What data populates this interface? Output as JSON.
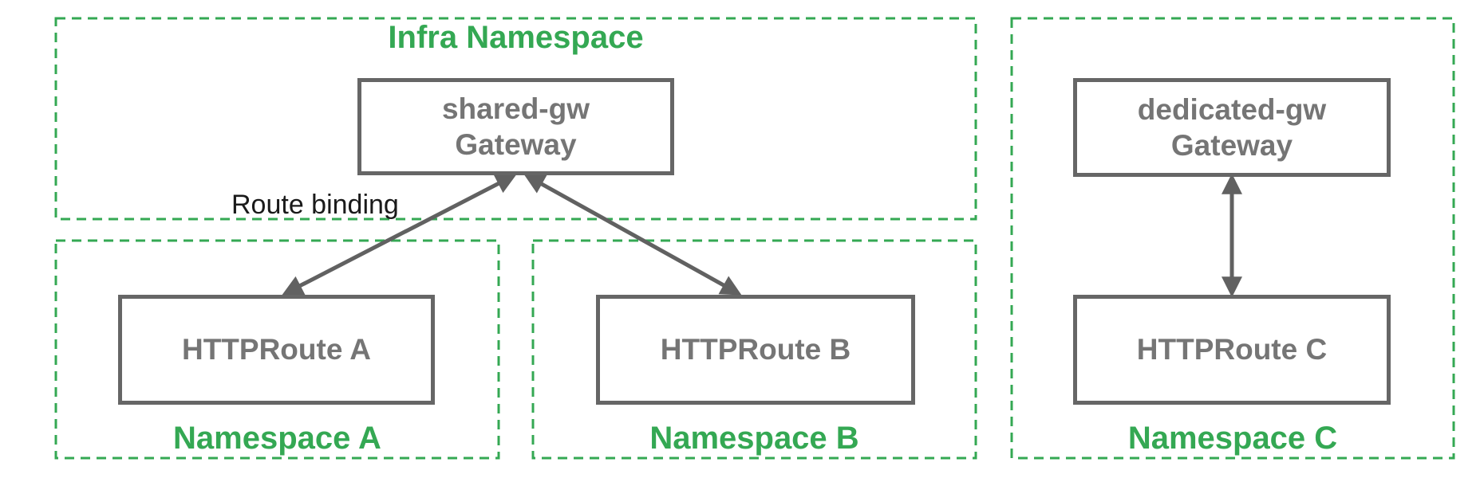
{
  "namespaces": {
    "infra": {
      "label": "Infra Namespace"
    },
    "a": {
      "label": "Namespace A"
    },
    "b": {
      "label": "Namespace B"
    },
    "c": {
      "label": "Namespace C"
    }
  },
  "nodes": {
    "shared_gw": {
      "line1": "shared-gw",
      "line2": "Gateway"
    },
    "dedicated_gw": {
      "line1": "dedicated-gw",
      "line2": "Gateway"
    },
    "route_a": {
      "label": "HTTPRoute A"
    },
    "route_b": {
      "label": "HTTPRoute B"
    },
    "route_c": {
      "label": "HTTPRoute C"
    }
  },
  "annotations": {
    "route_binding": "Route binding"
  },
  "edges": [
    {
      "from": "HTTPRoute A",
      "to": "shared-gw Gateway",
      "style": "double-headed-arrow",
      "meaning": "route binding"
    },
    {
      "from": "HTTPRoute B",
      "to": "shared-gw Gateway",
      "style": "double-headed-arrow",
      "meaning": "route binding"
    },
    {
      "from": "HTTPRoute C",
      "to": "dedicated-gw Gateway",
      "style": "double-headed-arrow",
      "meaning": "route binding"
    }
  ],
  "colors": {
    "green": "#34A853",
    "border_gray": "#666666",
    "text_gray": "#757575",
    "arrow_gray": "#616161",
    "annotation_black": "#1A1A1A"
  }
}
